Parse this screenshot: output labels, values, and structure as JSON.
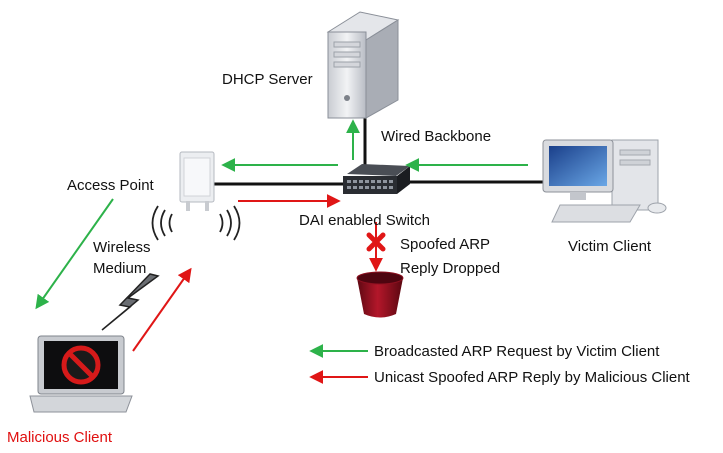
{
  "nodes": {
    "dhcp_server": "DHCP Server",
    "wired_backbone": "Wired Backbone",
    "access_point": "Access Point",
    "switch": "DAI enabled Switch",
    "victim_client": "Victim Client",
    "wireless_medium_line1": "Wireless",
    "wireless_medium_line2": "Medium",
    "spoofed_line1": "Spoofed ARP",
    "spoofed_line2": "Reply Dropped",
    "malicious_client": "Malicious Client"
  },
  "legend": {
    "green": "Broadcasted ARP Request by Victim Client",
    "red": "Unicast Spoofed ARP Reply by Malicious Client"
  },
  "colors": {
    "green_arrow": "#2db24a",
    "red_arrow": "#e01616",
    "malicious_text": "#e01010",
    "bin": "#8e1020"
  }
}
